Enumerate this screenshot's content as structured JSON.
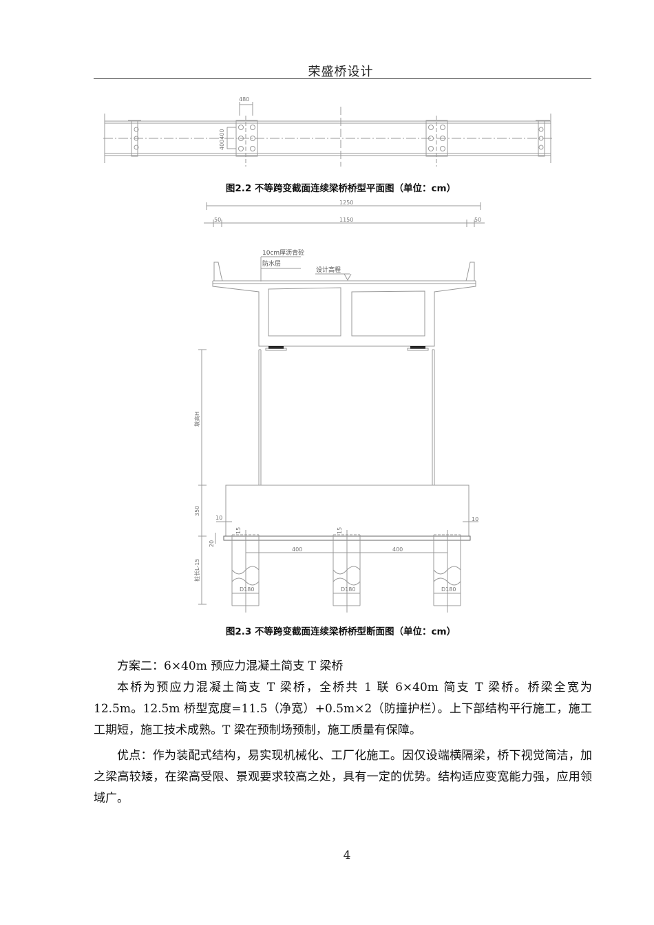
{
  "header": {
    "title": "荣盛桥设计"
  },
  "figure_2_2": {
    "caption": "图2.2 不等跨变截面连续梁桥桥型平面图（单位：cm）",
    "dims": {
      "block_width": "480",
      "bolt_spacing": "400400"
    }
  },
  "figure_2_3": {
    "caption": "图2.3 不等跨变截面连续梁桥桥型断面图（单位：cm）",
    "dims": {
      "total_width": "1250",
      "net_width": "1150",
      "left_barrier": "50",
      "right_barrier": "50",
      "pier_height": "墩高H",
      "cap_height": "350",
      "cap_offset_left": "10",
      "cap_offset_right": "10",
      "footing_thickness": "20",
      "pile_embed_1": "15",
      "pile_embed_2": "15",
      "pile_spacing_1": "400",
      "pile_spacing_2": "400",
      "pile_length": "桩长L-15",
      "pile_dia_1": "D180",
      "pile_dia_2": "D180",
      "pile_dia_3": "D180"
    },
    "labels": {
      "asphalt": "10cm厚沥青砼",
      "waterproof": "防水层",
      "design_elevation": "设计高程"
    }
  },
  "body": {
    "heading": "方案二：6×40m 预应力混凝土简支 T 梁桥",
    "para1": "本桥为预应力混凝土简支 T 梁桥，全桥共 1 联 6×40m 简支 T 梁桥。桥梁全宽为 12.5m。12.5m 桥型宽度=11.5（净宽）+0.5m×2（防撞护栏）。上下部结构平行施工，施工工期短，施工技术成熟。T 梁在预制场预制，施工质量有保障。",
    "para2": "优点：作为装配式结构，易实现机械化、工厂化施工。因仅设端横隔梁，桥下视觉简洁，加之梁高较矮，在梁高受限、景观要求较高之处，具有一定的优势。结构适应变宽能力强，应用领域广。"
  },
  "footer": {
    "page_number": "4"
  }
}
